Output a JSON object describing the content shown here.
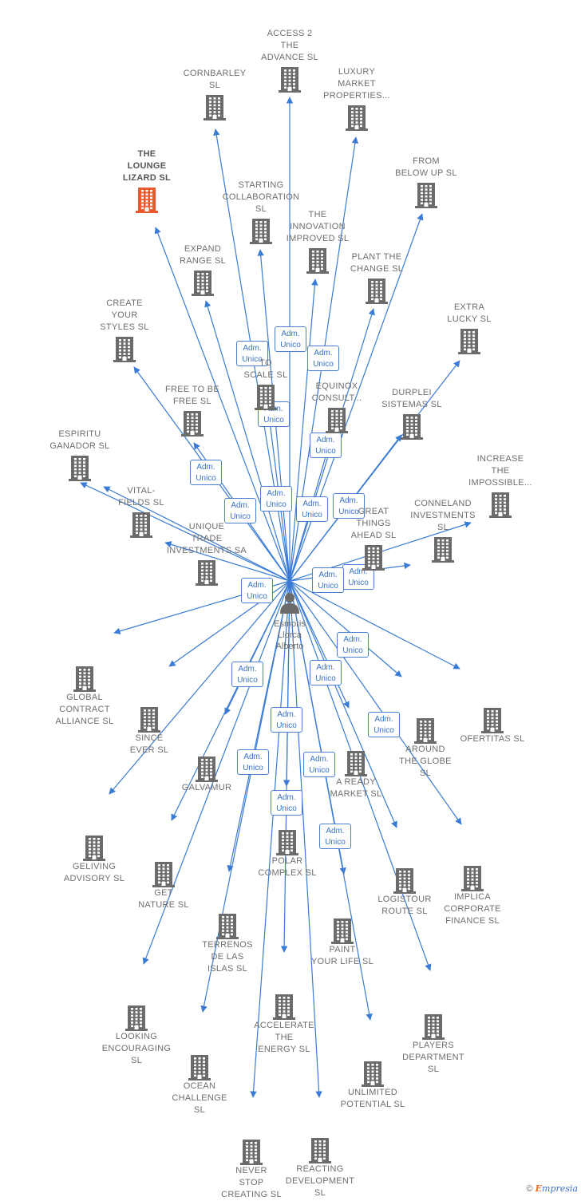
{
  "center": {
    "name": "Esmoris\nLlorca\nAlberto"
  },
  "role_label": {
    "line1": "Adm.",
    "line2": "Unico"
  },
  "colors": {
    "edge": "#3a7bd5",
    "building": "#6b6b6b",
    "highlight": "#e8592c"
  },
  "companies": [
    {
      "name": "ACCESS 2\nTHE\nADVANCE  SL"
    },
    {
      "name": "CORNBARLEY\nSL"
    },
    {
      "name": "LUXURY\nMARKET\nPROPERTIES..."
    },
    {
      "name": "THE\nLOUNGE\nLIZARD  SL",
      "highlight": true
    },
    {
      "name": "STARTING\nCOLLABORATION\nSL"
    },
    {
      "name": "FROM\nBELOW UP  SL"
    },
    {
      "name": "THE\nINNOVATION\nIMPROVED  SL"
    },
    {
      "name": "EXPAND\nRANGE  SL"
    },
    {
      "name": "PLANT THE\nCHANGE  SL"
    },
    {
      "name": "CREATE\nYOUR\nSTYLES  SL"
    },
    {
      "name": "EXTRA\nLUCKY  SL"
    },
    {
      "name": "TO\nSCALE  SL"
    },
    {
      "name": "FREE TO BE\nFREE SL"
    },
    {
      "name": "EQUINOX\nCONSULT..."
    },
    {
      "name": "DURPLEI\nSISTEMAS  SL"
    },
    {
      "name": "ESPIRITU\nGANADOR SL"
    },
    {
      "name": "INCREASE\nTHE\nIMPOSSIBLE..."
    },
    {
      "name": "VITAL-\nFIELDS  SL"
    },
    {
      "name": "CONNELAND\nINVESTMENTS\nSL"
    },
    {
      "name": "GREAT\nTHINGS\nAHEAD  SL"
    },
    {
      "name": "UNIQUE\nTRADE\nINVESTMENTS SA"
    },
    {
      "name": "GLOBAL\nCONTRACT\nALLIANCE  SL"
    },
    {
      "name": "SINCE\nEVER  SL"
    },
    {
      "name": "AROUND\nTHE GLOBE\nSL"
    },
    {
      "name": "OFERTITAS  SL"
    },
    {
      "name": "GALVAMUR"
    },
    {
      "name": "A READY\nMARKET  SL"
    },
    {
      "name": "GELIVING\nADVISORY  SL"
    },
    {
      "name": "GET\nNATURE  SL"
    },
    {
      "name": "POLAR\nCOMPLEX  SL"
    },
    {
      "name": "LOGISTOUR\nROUTE  SL"
    },
    {
      "name": "IMPLICA\nCORPORATE\nFINANCE  SL"
    },
    {
      "name": "TERRENOS\nDE LAS\nISLAS  SL"
    },
    {
      "name": "PAINT\nYOUR LIFE  SL"
    },
    {
      "name": "LOOKING\nENCOURAGING\nSL"
    },
    {
      "name": "ACCELERATE\nTHE\nENERGY  SL"
    },
    {
      "name": "PLAYERS\nDEPARTMENT\nSL"
    },
    {
      "name": "OCEAN\nCHALLENGE\nSL"
    },
    {
      "name": "UNLIMITED\nPOTENTIAL  SL"
    },
    {
      "name": "NEVER\nSTOP\nCREATING  SL"
    },
    {
      "name": "REACTING\nDEVELOPMENT\nSL"
    }
  ],
  "footer": {
    "copyright": "©",
    "brand_first": "E",
    "brand_rest": "mpresia"
  }
}
